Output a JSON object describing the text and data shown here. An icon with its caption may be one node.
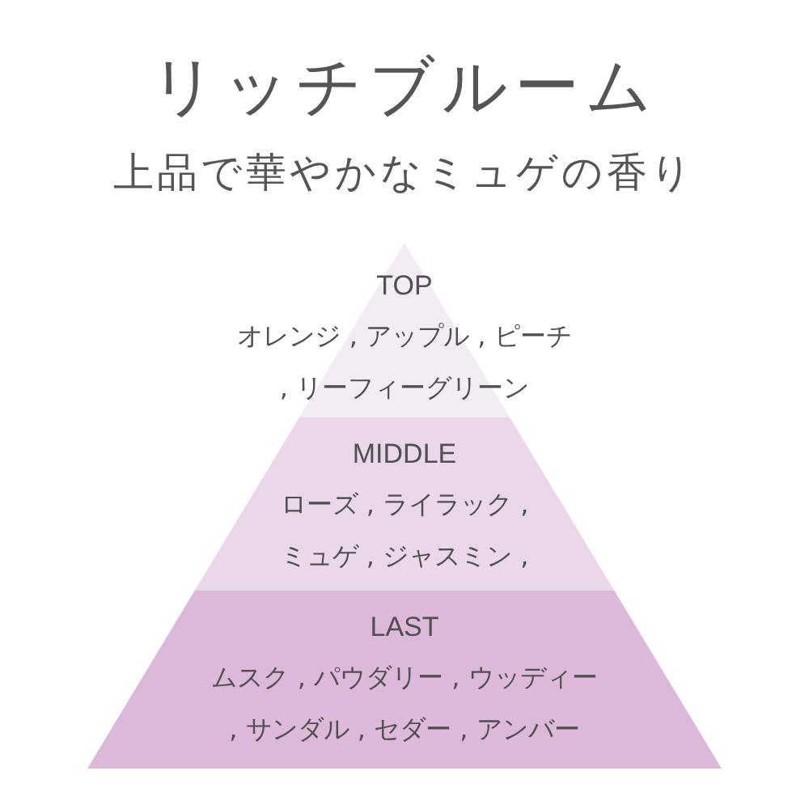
{
  "diagram": {
    "title": "リッチブルーム",
    "caption": "上品で華やかなミュゲの香り",
    "nodes": [
      {
        "text": [
          "TOP",
          "オレンジ , アップル , ピーチ , リーフィーグリーン"
        ]
      },
      {
        "text": [
          "MIDDLE",
          "ローズ , ライラック , ミュゲ , ジャスミン ,"
        ]
      },
      {
        "text": [
          "LAST",
          "ムスク , パウダリー , ウッディー , サンダル , セダー , アンバー"
        ]
      }
    ]
  }
}
